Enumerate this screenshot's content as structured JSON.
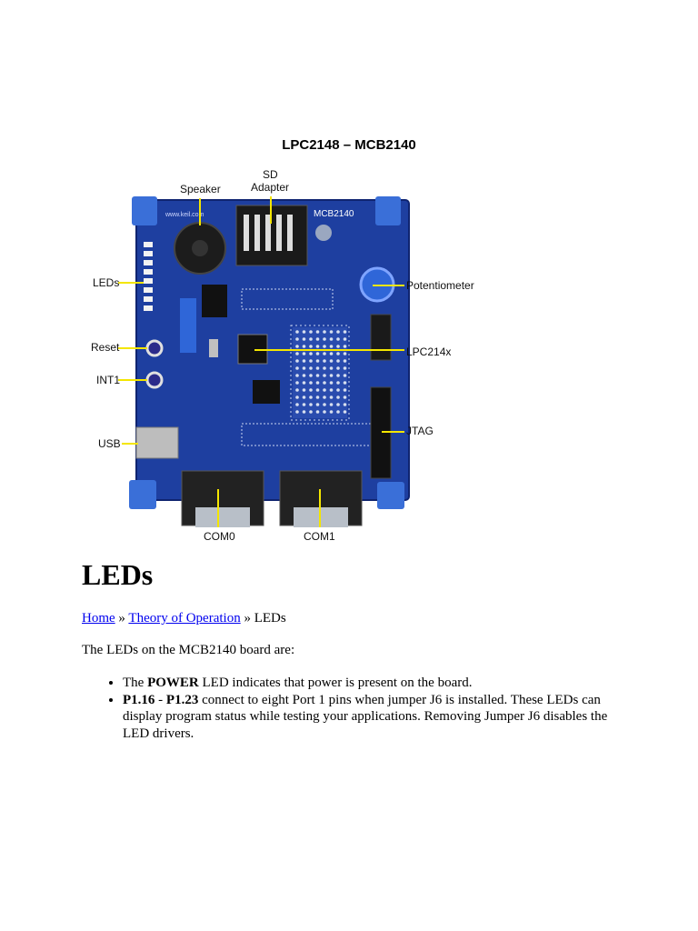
{
  "figure": {
    "title": "LPC2148 – MCB2140",
    "board_silkscreen": "MCB2140",
    "board_url": "www.keil.com",
    "labels": {
      "speaker": "Speaker",
      "sd_line1": "SD",
      "sd_line2": "Adapter",
      "leds": "LEDs",
      "potentiometer": "Potentiometer",
      "reset": "Reset",
      "lpc214x": "LPC214x",
      "int1": "INT1",
      "jtag": "JTAG",
      "usb": "USB",
      "com0": "COM0",
      "com1": "COM1"
    },
    "colors": {
      "pcb": "#1e3fa0",
      "callout": "#f4e600",
      "corner": "#3a6fd8"
    }
  },
  "page": {
    "heading": "LEDs",
    "breadcrumb": {
      "home": "Home",
      "sep1": " » ",
      "theory": "Theory of Operation",
      "sep2": " » ",
      "current": "LEDs"
    },
    "intro": "The LEDs on the MCB2140 board are:",
    "bullets": [
      {
        "pre": "The ",
        "b1": "POWER",
        "mid": "",
        "b2": "",
        "post": " LED indicates that power is present on the board."
      },
      {
        "pre": "",
        "b1": "P1.16",
        "mid": " - ",
        "b2": "P1.23",
        "post": " connect to eight Port 1 pins when jumper J6 is installed. These LEDs can display program status while testing your applications. Removing Jumper J6 disables the LED drivers."
      }
    ]
  }
}
